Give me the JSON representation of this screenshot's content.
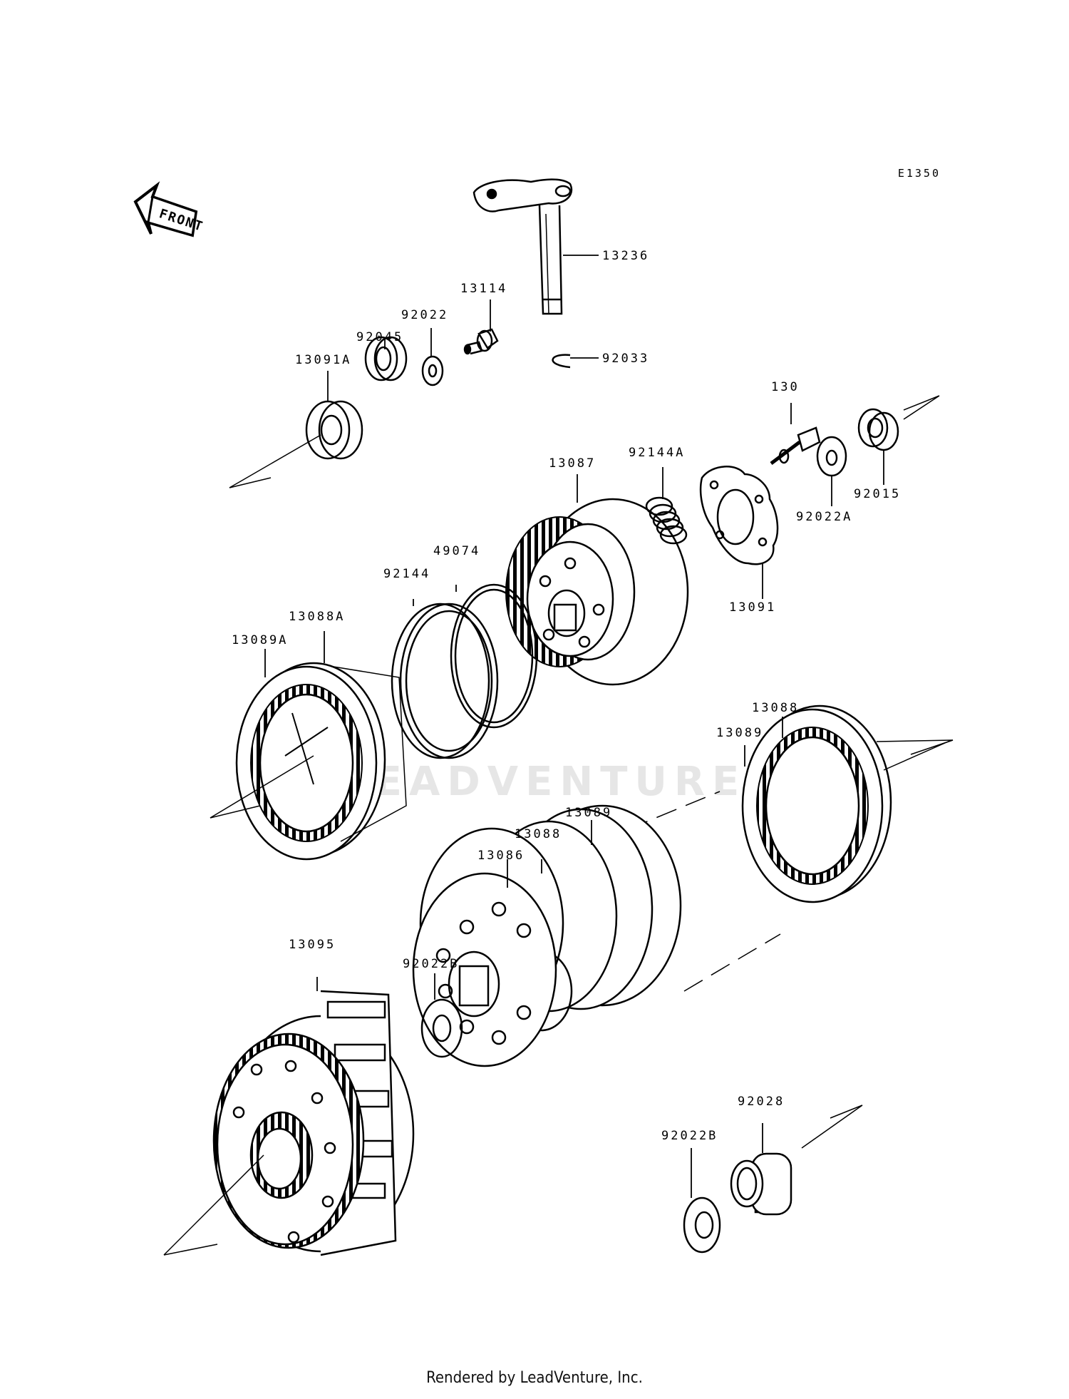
{
  "diagram_code": "E1350",
  "front_arrow_text": "FRONT",
  "watermark": "LEADVENTURE",
  "footer": "Rendered by LeadVenture, Inc.",
  "part_labels": {
    "p13236": "13236",
    "p13114": "13114",
    "p92022": "92022",
    "p92045": "92045",
    "p13091A": "13091A",
    "p92033": "92033",
    "p130": "130",
    "p92144A": "92144A",
    "p13087": "13087",
    "p49074": "49074",
    "p92144": "92144",
    "p92022A": "92022A",
    "p92015": "92015",
    "p13091": "13091",
    "p13088A": "13088A",
    "p13089A": "13089A",
    "p13088_right": "13088",
    "p13089_right": "13089",
    "p13089_mid": "13089",
    "p13088_mid": "13088",
    "p13086": "13086",
    "p13095": "13095",
    "p92022B_mid": "92022B",
    "p92028": "92028",
    "p92022B_low": "92022B"
  }
}
